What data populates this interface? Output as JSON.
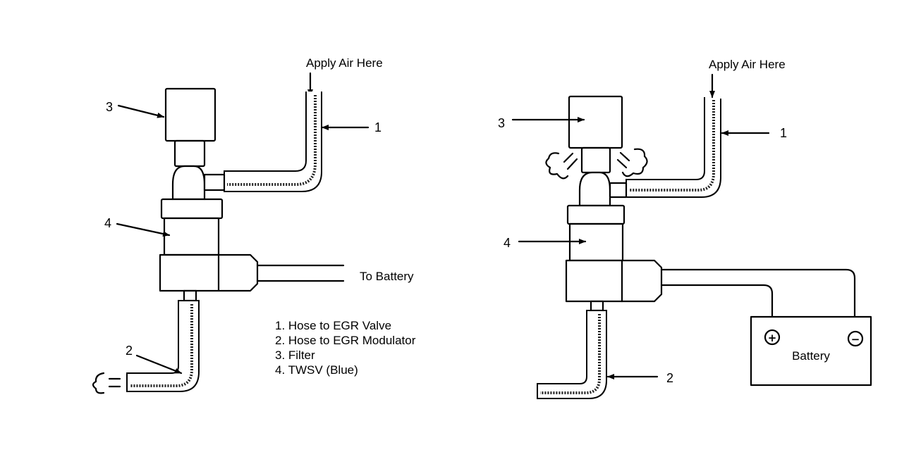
{
  "left_diagram": {
    "apply_air_label": "Apply Air Here",
    "to_battery_label": "To Battery",
    "callouts": [
      "1",
      "2",
      "3",
      "4"
    ],
    "legend": [
      "1. Hose to EGR Valve",
      "2. Hose to EGR Modulator",
      "3. Filter",
      "4. TWSV (Blue)"
    ]
  },
  "right_diagram": {
    "apply_air_label": "Apply Air Here",
    "battery_label": "Battery",
    "positive_terminal": "+",
    "negative_terminal": "−",
    "callouts": [
      "1",
      "2",
      "3",
      "4"
    ]
  }
}
